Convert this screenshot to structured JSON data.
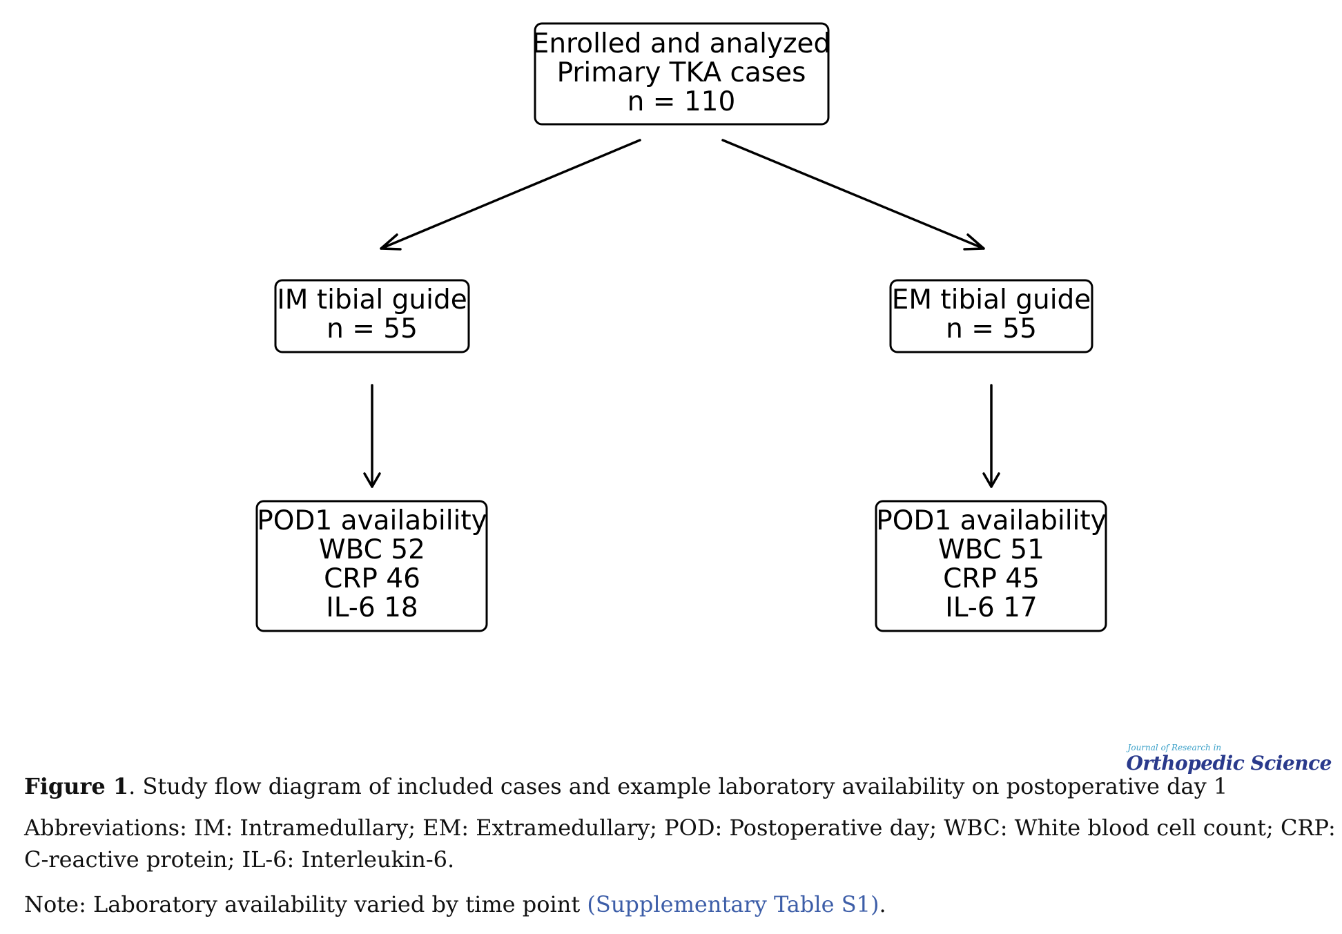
{
  "diagram": {
    "top_box": {
      "lines": [
        "Enrolled and analyzed",
        "Primary TKA cases",
        "n = 110"
      ]
    },
    "left_group_box": {
      "lines": [
        "IM tibial guide",
        "n = 55"
      ]
    },
    "right_group_box": {
      "lines": [
        "EM tibial guide",
        "n = 55"
      ]
    },
    "left_lab_box": {
      "lines": [
        "POD1 availability",
        "WBC 52",
        "CRP 46",
        "IL-6 18"
      ]
    },
    "right_lab_box": {
      "lines": [
        "POD1 availability",
        "WBC 51",
        "CRP 45",
        "IL-6 17"
      ]
    }
  },
  "caption": {
    "figure_label": "Figure 1",
    "figure_text": ". Study flow diagram of included cases and example laboratory availability on postoperative day 1",
    "abbreviations": "Abbreviations: IM: Intramedullary; EM: Extramedullary; POD: Postoperative day; WBC: White blood cell count; CRP: C-reactive protein; IL-6: Interleukin-6.",
    "note_prefix": "Note: Laboratory availability varied by time point ",
    "note_link": "(Supplementary Table S1)",
    "note_suffix": "."
  },
  "logo": {
    "small_text": "Journal of Research in",
    "big_text": "Orthopedic Science"
  },
  "colors": {
    "line": "#000000",
    "link": "#3d5ea8",
    "logo_primary": "#2a3a8c",
    "logo_secondary": "#3aa0c8"
  }
}
